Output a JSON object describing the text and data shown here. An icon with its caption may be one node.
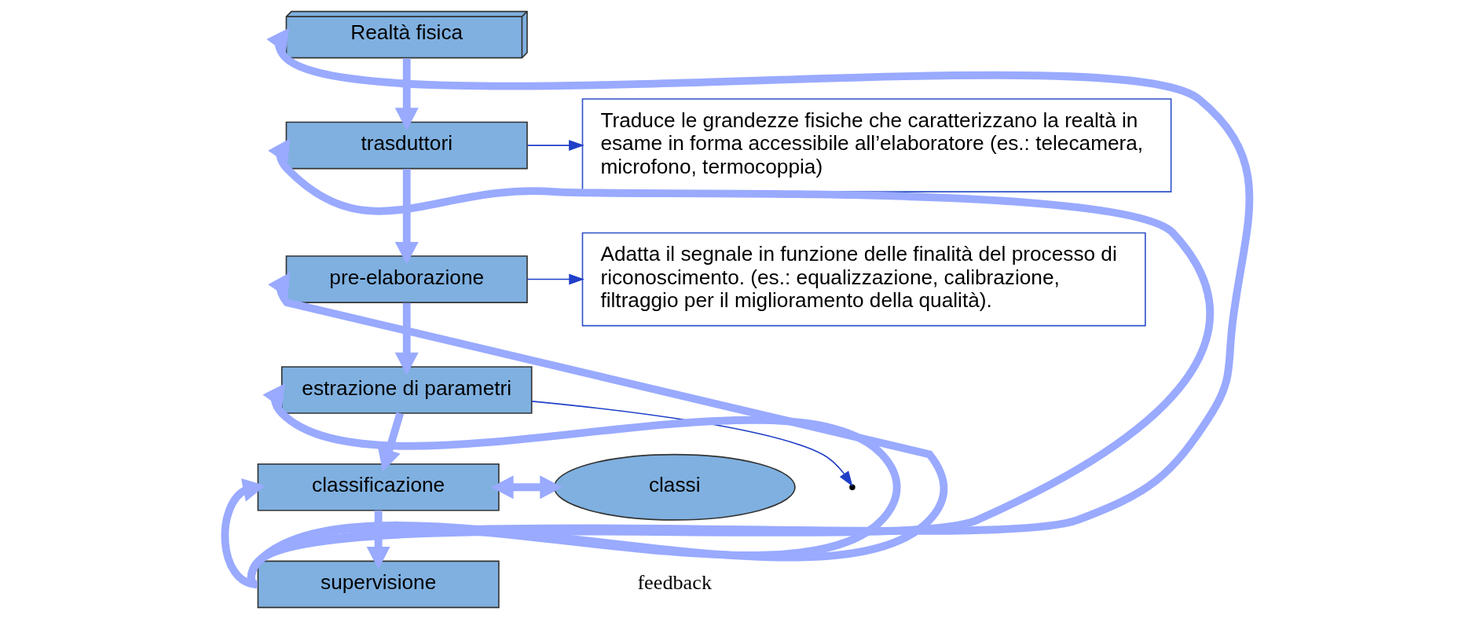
{
  "diagram": {
    "nodes": [
      {
        "text": [
          "Realtà fisica"
        ]
      },
      {
        "text": [
          "trasduttori"
        ]
      },
      {
        "text": [
          "pre-elaborazione"
        ]
      },
      {
        "text": [
          "estrazione di parametri"
        ]
      },
      {
        "text": [
          "classificazione"
        ]
      },
      {
        "text": [
          "supervisione"
        ]
      },
      {
        "text": [
          "Traduce le grandezze fisiche che caratterizzano la realtà in esame in forma accessibile all’elaboratore (es.: telecamera, microfono, termocoppia)"
        ]
      },
      {
        "text": [
          "Adatta il segnale in funzione delle finalità del processo di riconoscimento. (es.: equalizzazione, calibrazione, filtraggio per il miglioramento della qualità)."
        ]
      },
      {
        "text": [
          "classi"
        ]
      }
    ],
    "edges": [
      {
        "from": 0,
        "to": 1,
        "arrow": "to"
      },
      {
        "from": 1,
        "to": 2,
        "arrow": "to"
      },
      {
        "from": 2,
        "to": 3,
        "arrow": "to"
      },
      {
        "from": 3,
        "to": 4,
        "arrow": "to"
      },
      {
        "from": 4,
        "to": 5,
        "arrow": "to"
      },
      {
        "from": 1,
        "to": 6,
        "arrow": "to",
        "color": "#1f3fc8"
      },
      {
        "from": 2,
        "to": 7,
        "arrow": "to",
        "color": "#1f3fc8"
      },
      {
        "from": 3,
        "to": null,
        "arrow": "to",
        "color": "#1f3fc8"
      },
      {
        "from": 4,
        "to": 8,
        "arrow": "both"
      },
      {
        "from": 5,
        "to": 0,
        "arrow": "to"
      },
      {
        "from": 5,
        "to": 1,
        "arrow": "to"
      },
      {
        "from": 5,
        "to": 2,
        "arrow": "to"
      },
      {
        "from": 5,
        "to": 3,
        "arrow": "to"
      },
      {
        "from": 5,
        "to": 4,
        "arrow": "to"
      }
    ],
    "labels": [
      "feedback"
    ]
  }
}
